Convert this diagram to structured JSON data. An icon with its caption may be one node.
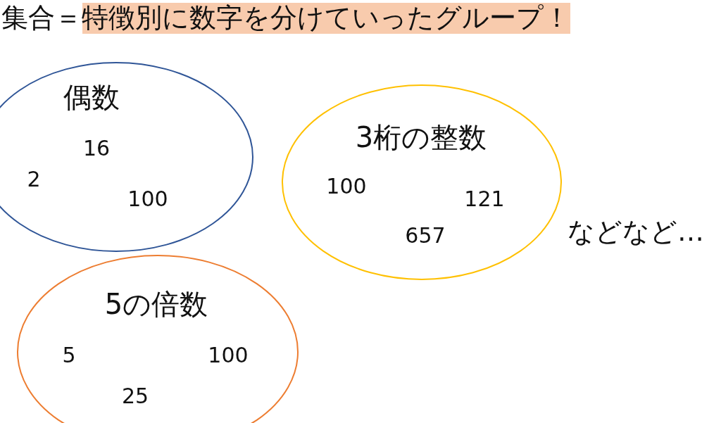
{
  "diagram": {
    "title": "集合＝特徴別に数字を分けていったグループ！",
    "nodes": [
      {
        "text": [
          "偶数",
          "16",
          "2",
          "100"
        ]
      },
      {
        "text": [
          "3桁の整数",
          "100",
          "121",
          "657"
        ]
      },
      {
        "text": [
          "5の倍数",
          "5",
          "100",
          "25"
        ]
      }
    ],
    "labels": [
      "などなど…"
    ]
  }
}
